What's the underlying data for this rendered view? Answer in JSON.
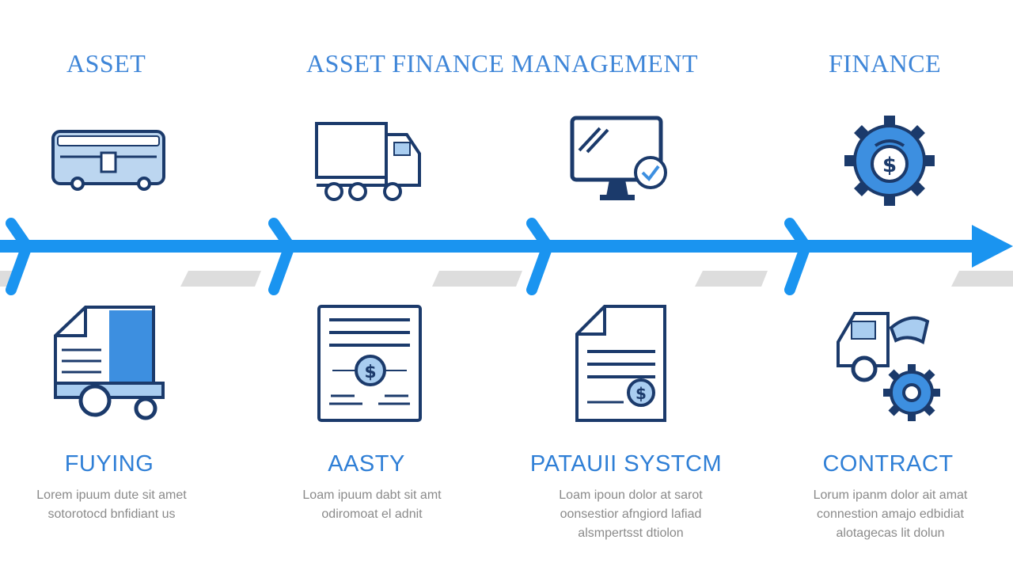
{
  "colors": {
    "heading": "#3f86d8",
    "stage_title": "#2f7fd6",
    "timeline_arrow": "#1a94f0",
    "icon_stroke": "#1b3a6b",
    "icon_fill": "#a9cdf0",
    "icon_accent": "#3d8fe0",
    "body_text": "#8a8a8a"
  },
  "headings": {
    "left": "ASSET",
    "center": "ASSET FINANCE MANAGEMENT",
    "right": "FINANCE"
  },
  "top_icons": [
    "bus-icon",
    "delivery-truck-icon",
    "monitor-checkmark-icon",
    "gear-dollar-icon"
  ],
  "stages": [
    {
      "icon": "cargo-truck-icon",
      "title": "FUYING",
      "desc": [
        "Lorem ipuum dute sit amet",
        "sotorotocd bnfidiant us"
      ]
    },
    {
      "icon": "dollar-document-icon",
      "title": "AASTY",
      "desc": [
        "Loam ipuum dabt sit amt",
        "odiromoat el adnit"
      ]
    },
    {
      "icon": "dollar-contract-icon",
      "title": "PATAUII SYSTCM",
      "desc": [
        "Loam ipoun dolor at sarot",
        "oonsestior afngiord lafiad",
        "alsmpertsst dtiolon"
      ]
    },
    {
      "icon": "truck-gear-icon",
      "title": "CONTRACT",
      "desc": [
        "Lorum ipanm dolor ait amat",
        "connestion amajo edbidiat",
        "alotagecas lit dolun"
      ]
    }
  ]
}
